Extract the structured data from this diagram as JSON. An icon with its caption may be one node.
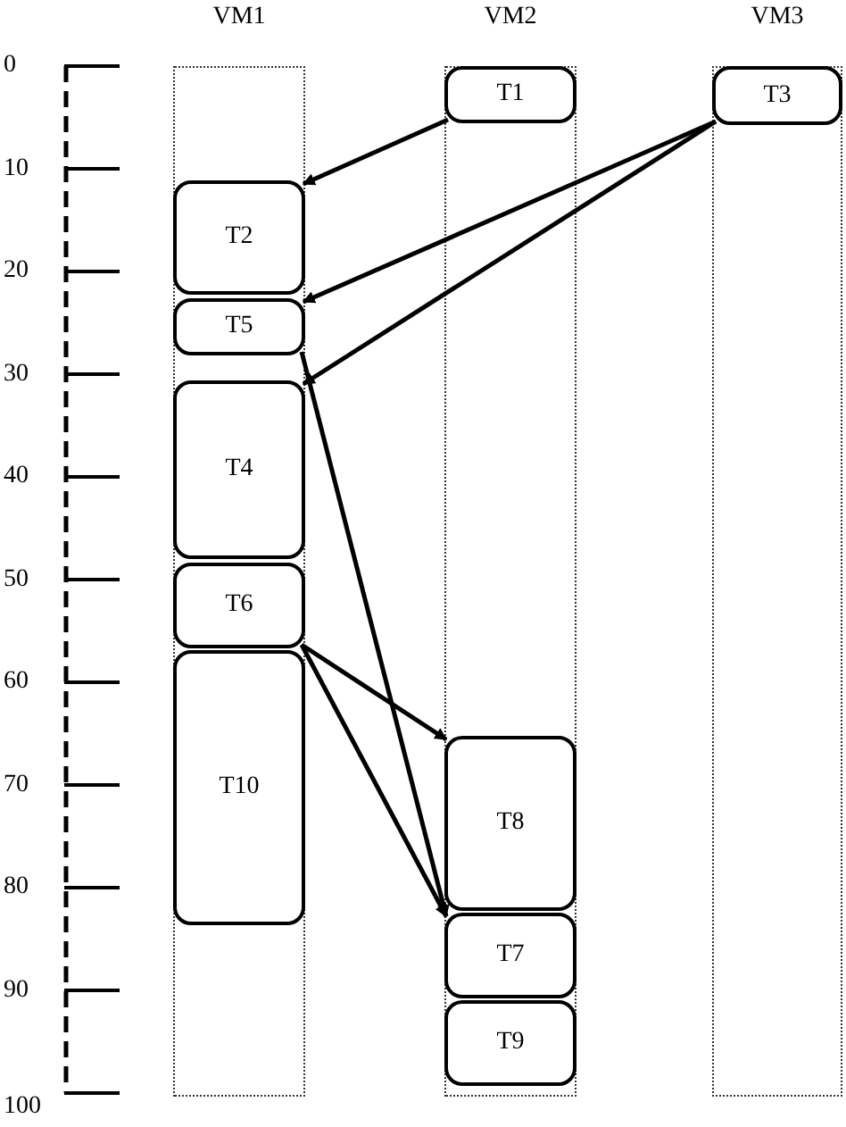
{
  "diagram": {
    "nodes": [
      {
        "text": [
          "VM1"
        ]
      },
      {
        "text": [
          "T2"
        ],
        "in": 0
      },
      {
        "text": [
          "T5"
        ],
        "in": 0
      },
      {
        "text": [
          "T4"
        ],
        "in": 0
      },
      {
        "text": [
          "T6"
        ],
        "in": 0
      },
      {
        "text": [
          "T10"
        ],
        "in": 0
      },
      {
        "text": [
          "VM2"
        ]
      },
      {
        "text": [
          "T1"
        ],
        "in": 6
      },
      {
        "text": [
          "T8"
        ],
        "in": 6
      },
      {
        "text": [
          "T7"
        ],
        "in": 6
      },
      {
        "text": [
          "T9"
        ],
        "in": 6
      },
      {
        "text": [
          "VM3"
        ]
      },
      {
        "text": [
          "T3"
        ],
        "in": 11
      }
    ],
    "edges": [
      {
        "from": 7,
        "to": 1,
        "arrow": "to"
      },
      {
        "from": 12,
        "to": 2,
        "arrow": "to"
      },
      {
        "from": 12,
        "to": 3,
        "arrow": "to"
      },
      {
        "from": 2,
        "to": 9,
        "arrow": "to"
      },
      {
        "from": 4,
        "to": 8,
        "arrow": "to"
      },
      {
        "from": 4,
        "to": 9,
        "arrow": "to"
      }
    ],
    "labels": [
      "0",
      "10",
      "20",
      "30",
      "40",
      "50",
      "60",
      "70",
      "80",
      "90",
      "100"
    ]
  }
}
